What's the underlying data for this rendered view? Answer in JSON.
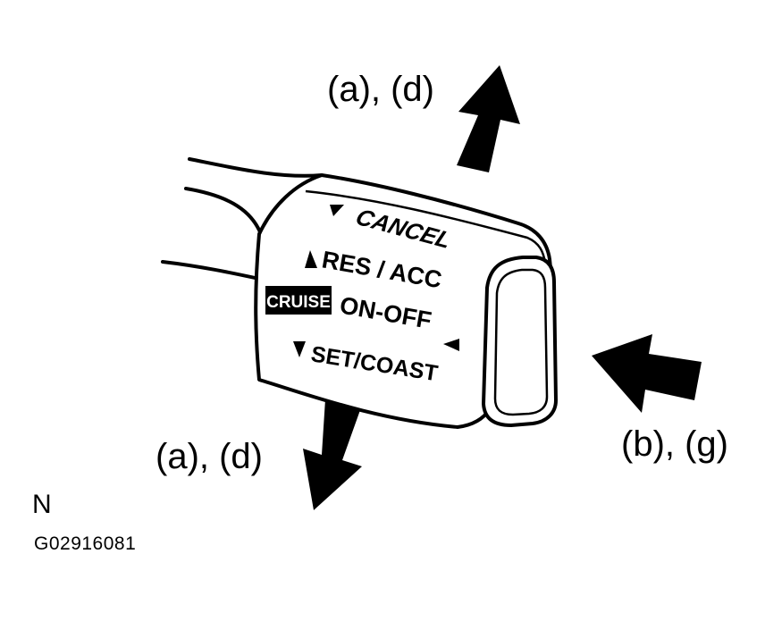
{
  "labels": {
    "arrow_up": "(a), (d)",
    "arrow_down": "(a), (d)",
    "arrow_right": "(b), (g)"
  },
  "switch": {
    "cancel": "CANCEL",
    "res_acc": "RES / ACC",
    "cruise": "CRUISE",
    "on_off": "ON-OFF",
    "set_coast": "SET/COAST"
  },
  "footer": {
    "note": "N",
    "code": "G02916081"
  }
}
